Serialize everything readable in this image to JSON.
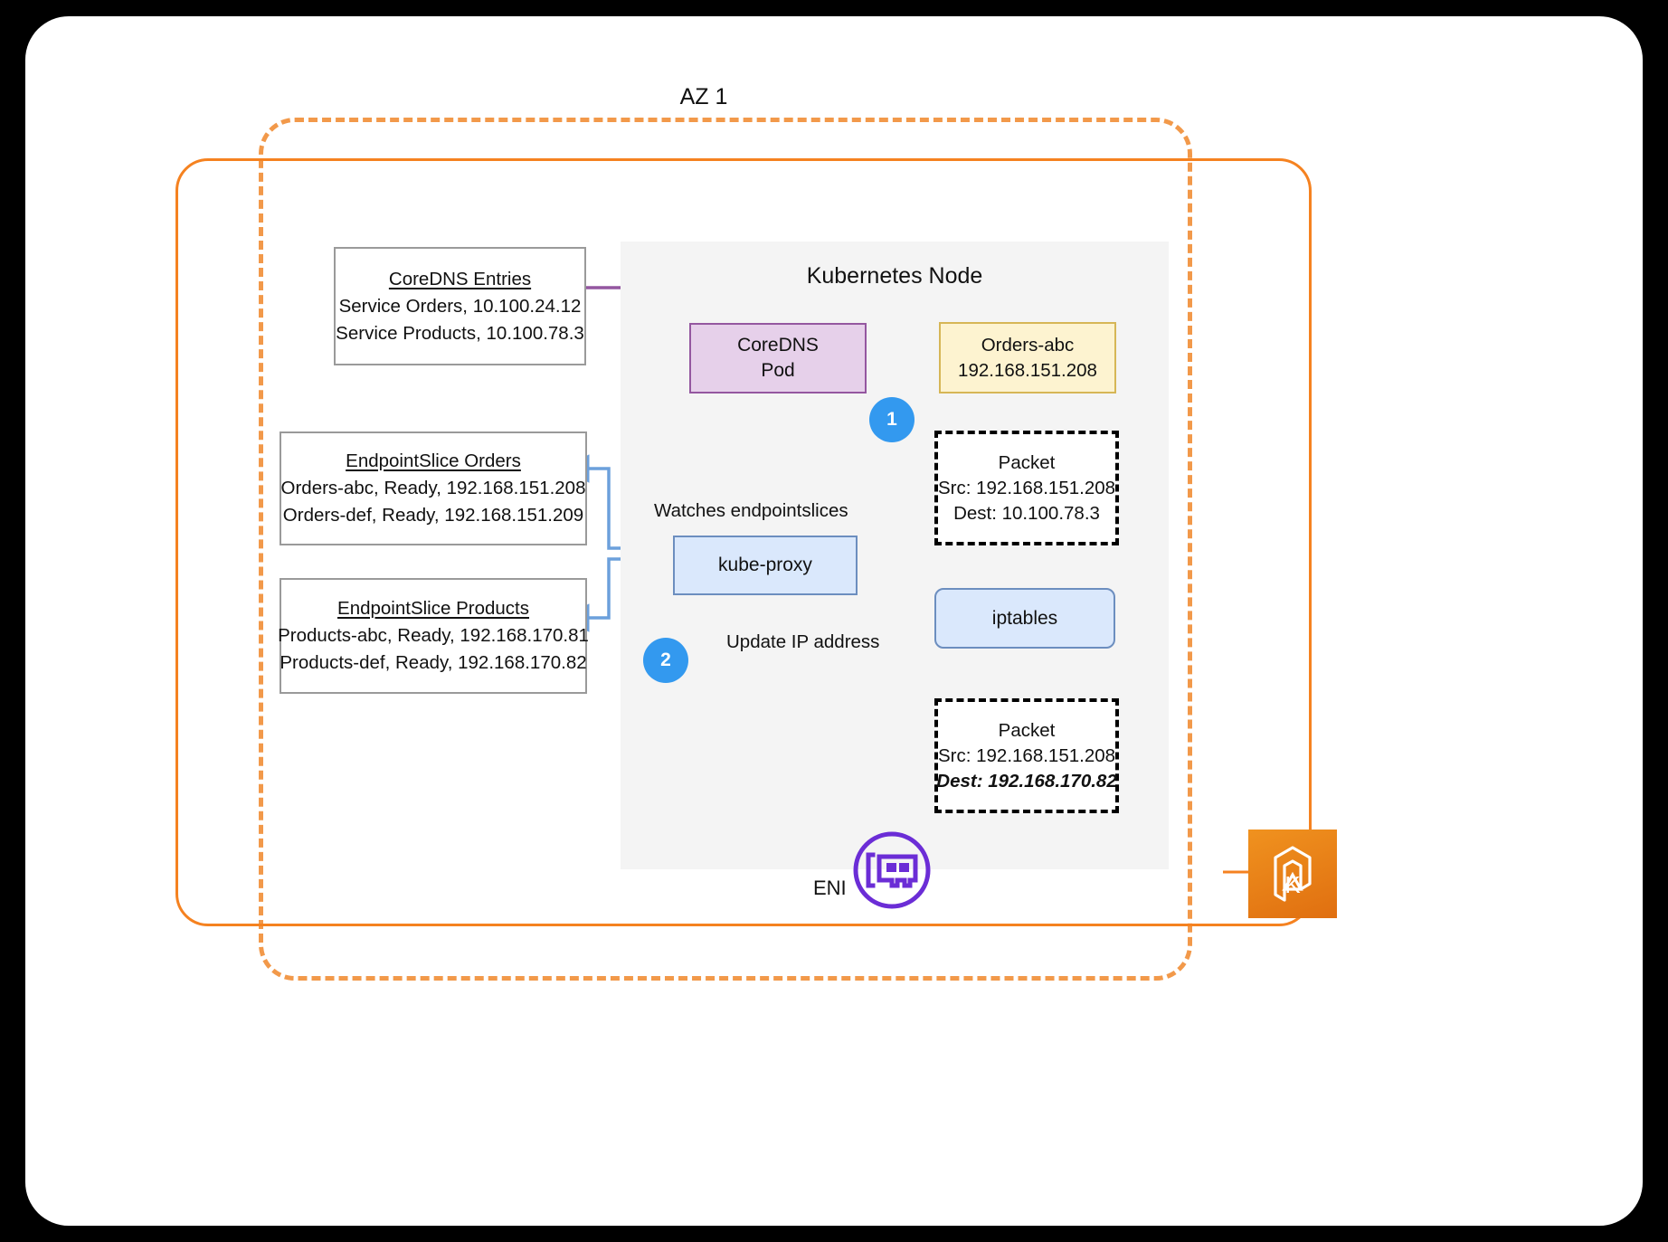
{
  "diagram": {
    "title": "AZ 1",
    "node_panel_title": "Kubernetes Node",
    "colors": {
      "az_dashed_border": "#F2994A",
      "vpc_border": "#F58220",
      "node_panel_bg": "#f4f4f4",
      "step_badge": "#3399ef",
      "coredns_pod_fill": "#e6d0ea",
      "coredns_pod_stroke": "#9457a0",
      "orders_pod_fill": "#fdf3d0",
      "orders_pod_stroke": "#d6b656",
      "kube_blue_fill": "#dae8fc",
      "kube_blue_stroke": "#6c8ebf",
      "dns_arrow": "#9457a0",
      "dns_query_arrow": "#8a8a16",
      "eni_purple": "#6b2dd6",
      "green_highlight": "#6fcc2e",
      "eks_orange": "#e8871a"
    }
  },
  "coredns_entries": {
    "title": "CoreDNS Entries",
    "rows": [
      "Service Orders, 10.100.24.12",
      "Service Products, 10.100.78.3"
    ]
  },
  "endpointslice_orders": {
    "title": "EndpointSlice Orders",
    "rows": [
      "Orders-abc, Ready, 192.168.151.208",
      "Orders-def, Ready, 192.168.151.209"
    ]
  },
  "endpointslice_products": {
    "title": "EndpointSlice Products",
    "rows": [
      "Products-abc, Ready, 192.168.170.81",
      "Products-def, Ready, 192.168.170.82"
    ]
  },
  "coredns_pod": {
    "line1": "CoreDNS",
    "line2": "Pod"
  },
  "orders_pod": {
    "line1": "Orders-abc",
    "line2": "192.168.151.208"
  },
  "kube_proxy": {
    "label": "kube-proxy"
  },
  "iptables": {
    "label": "iptables"
  },
  "packet_before": {
    "title": "Packet",
    "src": "Src: 192.168.151.208",
    "dest": "Dest: 10.100.78.3"
  },
  "packet_after": {
    "title": "Packet",
    "src": "Src: 192.168.151.208",
    "dest": "Dest: 192.168.170.82"
  },
  "steps": {
    "one": "1",
    "two": "2"
  },
  "labels": {
    "watches": "Watches endpointslices",
    "update": "Update IP address",
    "eni": "ENI"
  }
}
